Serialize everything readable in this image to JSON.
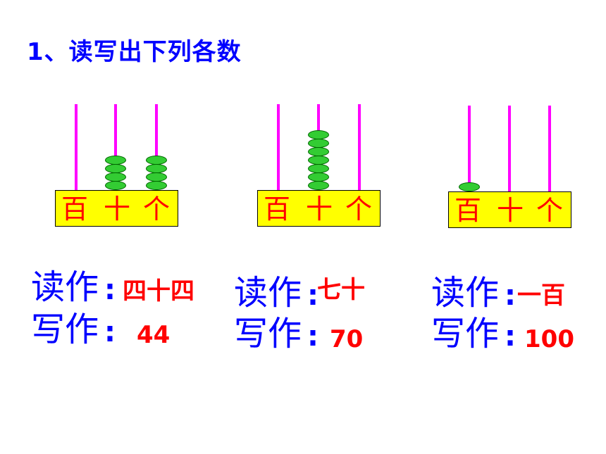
{
  "title": "1、读写出下列各数",
  "abacus_labels": {
    "hundreds": "百",
    "tens": "十",
    "ones": "个"
  },
  "items": [
    {
      "read_label": "读作",
      "write_label": "写作",
      "colon": ":",
      "read_value": "四十四",
      "write_value": "44",
      "beads": {
        "hundreds": 0,
        "tens": 4,
        "ones": 4
      }
    },
    {
      "read_label": "读作",
      "write_label": "写作",
      "colon": ":",
      "read_value": "七十",
      "write_value": "70",
      "beads": {
        "hundreds": 0,
        "tens": 7,
        "ones": 0
      }
    },
    {
      "read_label": "读作",
      "write_label": "写作",
      "colon": ":",
      "read_value": "一百",
      "write_value": "100",
      "beads": {
        "hundreds": 1,
        "tens": 0,
        "ones": 0
      }
    }
  ],
  "colors": {
    "title": "#0000ff",
    "rod": "#ff00ff",
    "bead": "#33cc33",
    "base": "#ffff00",
    "answer": "#ff0000"
  }
}
